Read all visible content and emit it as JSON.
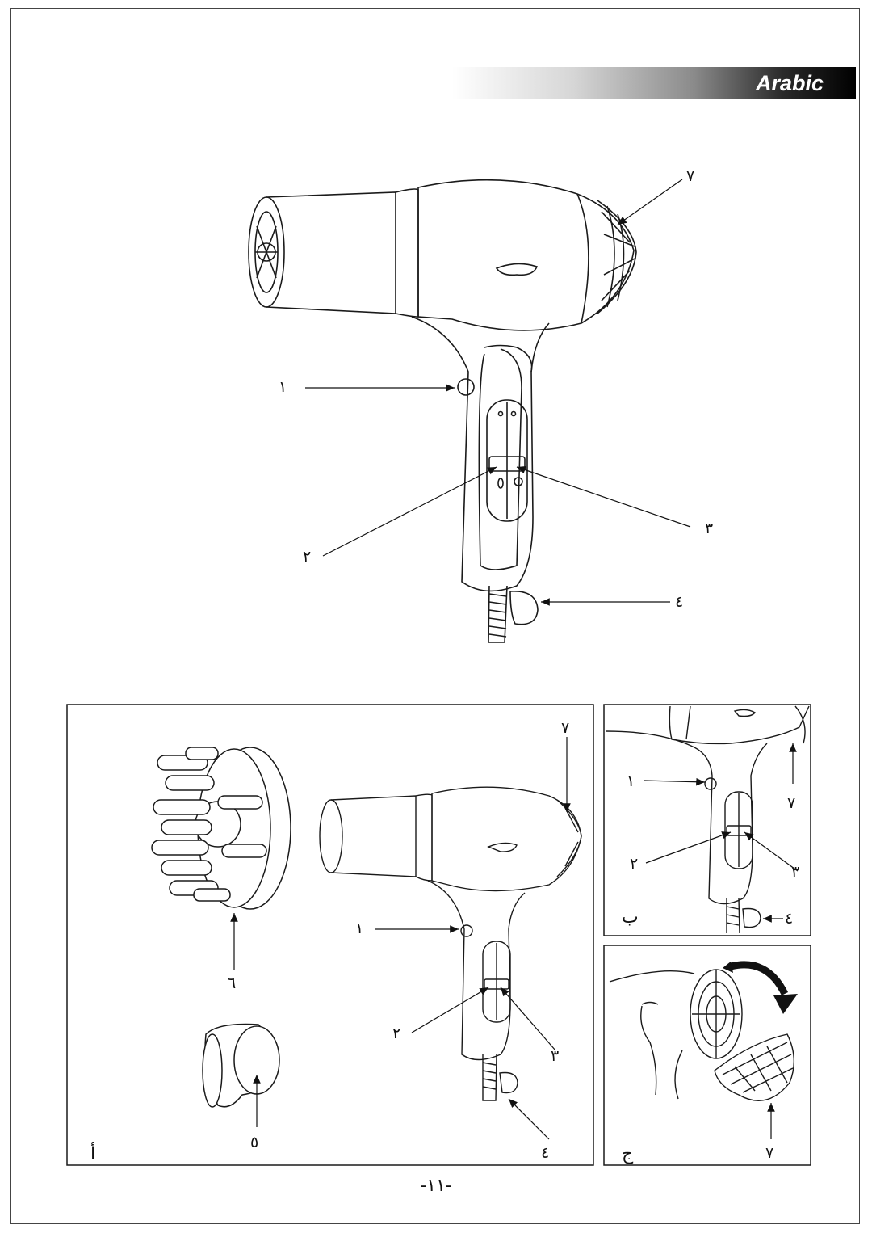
{
  "header": {
    "language_label": "Arabic"
  },
  "main_figure": {
    "callouts": {
      "c1": "١",
      "c2": "٢",
      "c3": "٣",
      "c4": "٤",
      "c7": "٧"
    }
  },
  "panel_a": {
    "letter": "أ",
    "callouts": {
      "c1": "١",
      "c2": "٢",
      "c3": "٣",
      "c4": "٤",
      "c5": "٥",
      "c6": "٦",
      "c7": "٧"
    }
  },
  "panel_b": {
    "letter": "ب",
    "callouts": {
      "c1": "١",
      "c2": "٢",
      "c3": "٣",
      "c4": "٤",
      "c7": "٧"
    }
  },
  "panel_c": {
    "letter": "ج",
    "callouts": {
      "c7": "٧"
    }
  },
  "footer": {
    "page_number": "-١١-"
  },
  "colors": {
    "line": "#1a1a1a",
    "bar_dark": "#000000"
  },
  "icons": [
    "hair-dryer",
    "diffuser",
    "concentrator-nozzle",
    "rotate-arrow",
    "rear-filter-grille"
  ]
}
